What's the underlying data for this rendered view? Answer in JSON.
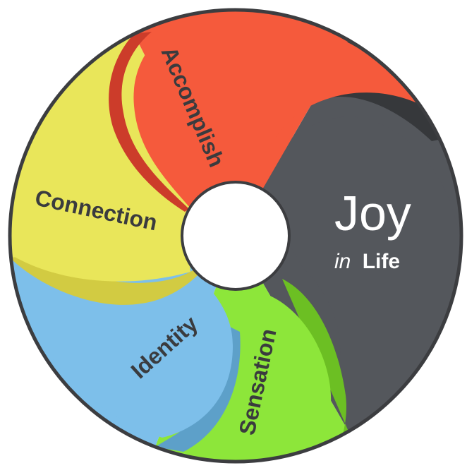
{
  "segments": [
    {
      "key": "accomplish",
      "label": "Accomplish",
      "color": "#f55a3c",
      "shade": "#cc3c2a"
    },
    {
      "key": "connection",
      "label": "Connection",
      "color": "#e9e65a",
      "shade": "#d2cb42"
    },
    {
      "key": "identity",
      "label": "Identity",
      "color": "#7dbfea",
      "shade": "#5da0c9"
    },
    {
      "key": "sensation",
      "label": "Sensation",
      "color": "#8de63a",
      "shade": "#6cbf23"
    },
    {
      "key": "joy",
      "label": "Joy",
      "color": "#54575c",
      "shade": "#36383b"
    }
  ],
  "center": {
    "title": "Joy",
    "prefix": "in",
    "suffix": "Life"
  },
  "colors": {
    "outline": "#3c3d40",
    "hub": "#ffffff",
    "text_dark": "#3a3b3e",
    "text_light": "#ffffff"
  }
}
